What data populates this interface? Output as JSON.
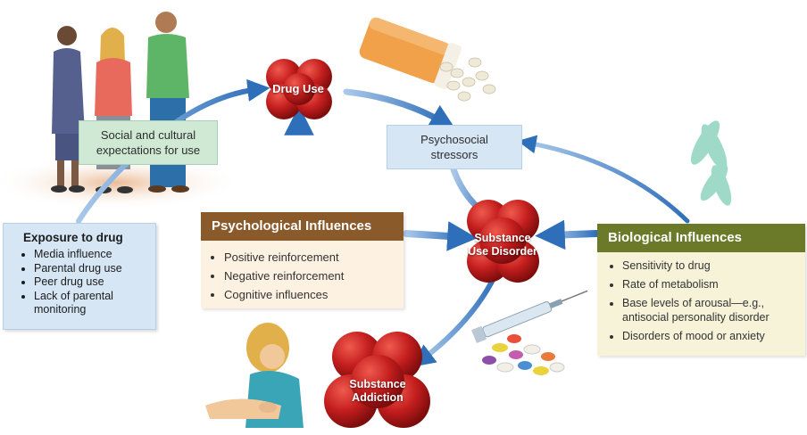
{
  "nodes": {
    "drug_use": "Drug Use",
    "substance_use_disorder": [
      "Substance",
      "Use Disorder"
    ],
    "substance_addiction": [
      "Substance",
      "Addiction"
    ]
  },
  "social": {
    "lines": [
      "Social and cultural",
      "expectations for use"
    ]
  },
  "stressors": {
    "lines": [
      "Psychosocial",
      "stressors"
    ]
  },
  "exposure": {
    "title": "Exposure to drug",
    "items": [
      "Media influence",
      "Parental drug use",
      "Peer drug use",
      "Lack of parental monitoring"
    ]
  },
  "psychological": {
    "title": "Psychological Influences",
    "items": [
      "Positive reinforcement",
      "Negative reinforcement",
      "Cognitive influences"
    ]
  },
  "biological": {
    "title": "Biological Influences",
    "items": [
      "Sensitivity to drug",
      "Rate of metabolism",
      "Base levels of arousal—e.g., antisocial personality disorder",
      "Disorders of mood or anxiety"
    ]
  },
  "colors": {
    "blob_red": "#c41e1e",
    "arrow_blue": "#3f7fc6",
    "psych_header": "#8b5a2b",
    "bio_header": "#6a7a28",
    "social_box": "#cfe9d5",
    "blue_box": "#d6e6f5"
  },
  "icons": [
    "people-group-illustration",
    "pill-bottle-illustration",
    "chromosome-icon",
    "syringe-pills-illustration",
    "distressed-woman-illustration"
  ]
}
